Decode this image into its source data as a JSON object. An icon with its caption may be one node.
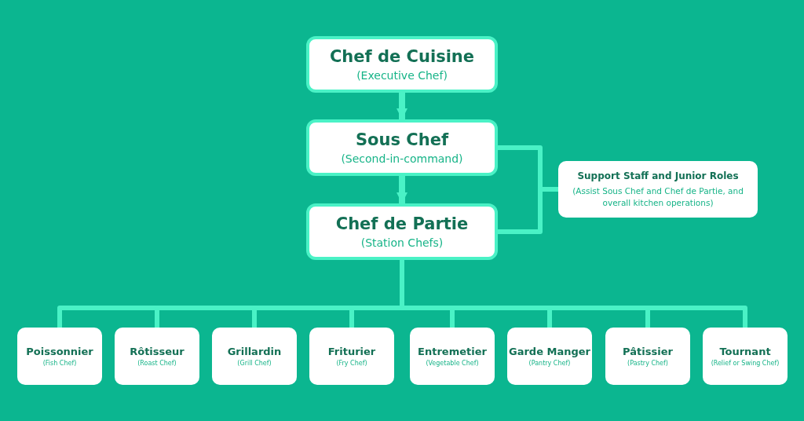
{
  "diagram": {
    "nodes": [
      {
        "text": [
          "Chef de Cuisine",
          "(Executive Chef)"
        ]
      },
      {
        "text": [
          "Sous Chef",
          "(Second-in-command)"
        ]
      },
      {
        "text": [
          "Chef de Partie",
          "(Station Chefs)"
        ]
      },
      {
        "text": [
          "Support Staff and Junior Roles",
          "(Assist Sous Chef and Chef de Partie, and overall kitchen operations)"
        ]
      },
      {
        "text": [
          "Poissonnier",
          "(Fish Chef)"
        ]
      },
      {
        "text": [
          "Rôtisseur",
          "(Roast Chef)"
        ]
      },
      {
        "text": [
          "Grillardin",
          "(Grill Chef)"
        ]
      },
      {
        "text": [
          "Friturier",
          "(Fry Chef)"
        ]
      },
      {
        "text": [
          "Entremetier",
          "(Vegetable Chef)"
        ]
      },
      {
        "text": [
          "Garde Manger",
          "(Pantry Chef)"
        ]
      },
      {
        "text": [
          "Pâtissier",
          "(Pastry Chef)"
        ]
      },
      {
        "text": [
          "Tournant",
          "(Relief or Swing Chef)"
        ]
      }
    ],
    "edges": [
      {
        "from": 0,
        "to": 1,
        "arrow": "to"
      },
      {
        "from": 1,
        "to": 2,
        "arrow": "to"
      },
      {
        "from": 1,
        "to": 3,
        "arrow": "none"
      },
      {
        "from": 2,
        "to": 3,
        "arrow": "none"
      },
      {
        "from": 2,
        "to": 4,
        "arrow": "none"
      },
      {
        "from": 2,
        "to": 5,
        "arrow": "none"
      },
      {
        "from": 2,
        "to": 6,
        "arrow": "none"
      },
      {
        "from": 2,
        "to": 7,
        "arrow": "none"
      },
      {
        "from": 2,
        "to": 8,
        "arrow": "none"
      },
      {
        "from": 2,
        "to": 9,
        "arrow": "none"
      },
      {
        "from": 2,
        "to": 10,
        "arrow": "none"
      },
      {
        "from": 2,
        "to": 11,
        "arrow": "none"
      }
    ]
  }
}
